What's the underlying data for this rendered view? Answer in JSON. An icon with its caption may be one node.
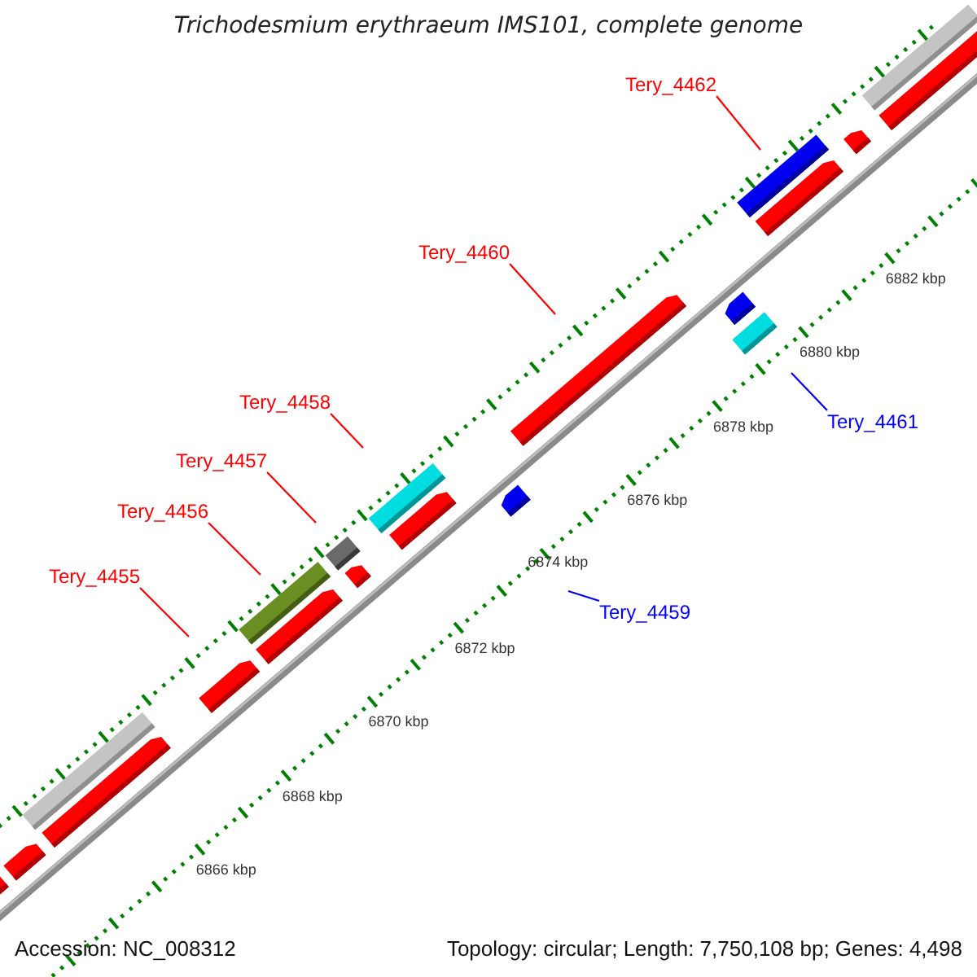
{
  "diagram": {
    "title": "Trichodesmium erythraeum IMS101, complete genome",
    "nodes": [
      {
        "text": [
          "Tery_4462"
        ]
      },
      {
        "text": [
          "Tery_4460"
        ]
      },
      {
        "text": [
          "Tery_4458"
        ]
      },
      {
        "text": [
          "Tery_4461"
        ]
      },
      {
        "text": [
          "Tery_4457"
        ]
      },
      {
        "text": [
          "Tery_4456"
        ]
      },
      {
        "text": [
          "Tery_4455"
        ]
      },
      {
        "text": [
          "Tery_4459"
        ]
      }
    ],
    "edges": [
      {
        "from": 0,
        "to": null,
        "arrow": "none"
      },
      {
        "from": 1,
        "to": null,
        "arrow": "none"
      },
      {
        "from": 2,
        "to": null,
        "arrow": "none"
      },
      {
        "from": 3,
        "to": null,
        "arrow": "none",
        "color": "#0000ff"
      },
      {
        "from": 4,
        "to": null,
        "arrow": "none"
      },
      {
        "from": 5,
        "to": null,
        "arrow": "none"
      },
      {
        "from": 6,
        "to": null,
        "arrow": "none"
      },
      {
        "from": 7,
        "to": null,
        "arrow": "none",
        "color": "#0000ff"
      }
    ],
    "labels": [
      "6882 kbp",
      "6880 kbp",
      "6878 kbp",
      "6876 kbp",
      "6874 kbp",
      "6872 kbp",
      "6870 kbp",
      "6868 kbp",
      "6866 kbp",
      "Accession: NC_008312",
      "Topology: circular; Length: 7,750,108 bp; Genes: 4,498"
    ]
  }
}
